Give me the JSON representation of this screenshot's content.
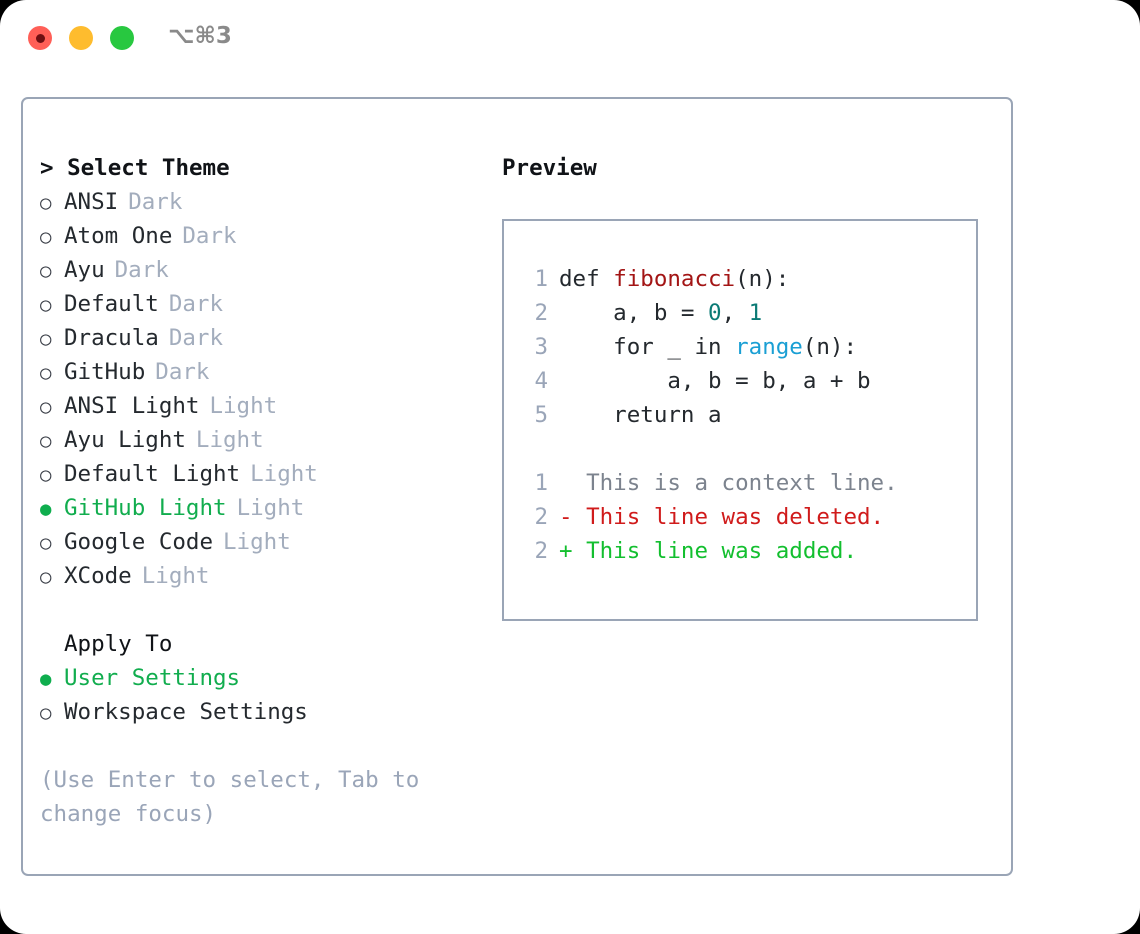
{
  "window": {
    "shortcut": "⌥⌘3",
    "traffic_lights": [
      "close-red",
      "minimize-yellow",
      "maximize-green"
    ]
  },
  "theme_selector": {
    "title": "> Select Theme",
    "options": [
      {
        "bullet": "○",
        "label": "ANSI",
        "tag": "Dark",
        "selected": false
      },
      {
        "bullet": "○",
        "label": "Atom One",
        "tag": "Dark",
        "selected": false
      },
      {
        "bullet": "○",
        "label": "Ayu",
        "tag": "Dark",
        "selected": false
      },
      {
        "bullet": "○",
        "label": "Default",
        "tag": "Dark",
        "selected": false
      },
      {
        "bullet": "○",
        "label": "Dracula",
        "tag": "Dark",
        "selected": false
      },
      {
        "bullet": "○",
        "label": "GitHub",
        "tag": "Dark",
        "selected": false
      },
      {
        "bullet": "○",
        "label": "ANSI Light",
        "tag": "Light",
        "selected": false
      },
      {
        "bullet": "○",
        "label": "Ayu Light",
        "tag": "Light",
        "selected": false
      },
      {
        "bullet": "○",
        "label": "Default Light",
        "tag": "Light",
        "selected": false
      },
      {
        "bullet": "●",
        "label": "GitHub Light",
        "tag": "Light",
        "selected": true
      },
      {
        "bullet": "○",
        "label": "Google Code",
        "tag": "Light",
        "selected": false
      },
      {
        "bullet": "○",
        "label": "XCode",
        "tag": "Light",
        "selected": false
      }
    ]
  },
  "apply_to": {
    "title": "Apply To",
    "options": [
      {
        "bullet": "●",
        "label": "User Settings",
        "selected": true
      },
      {
        "bullet": "○",
        "label": "Workspace Settings",
        "selected": false
      }
    ]
  },
  "hint": {
    "line1": "(Use Enter to select, Tab to",
    "line2": "change focus)"
  },
  "preview": {
    "title": "Preview",
    "code_lines": [
      {
        "num": "1",
        "segments": [
          {
            "text": "def ",
            "style": "code-txt"
          },
          {
            "text": "fibonacci",
            "style": "tok-fn"
          },
          {
            "text": "(n):",
            "style": "code-txt"
          }
        ]
      },
      {
        "num": "2",
        "segments": [
          {
            "text": "    a, b = ",
            "style": "code-txt"
          },
          {
            "text": "0",
            "style": "tok-num"
          },
          {
            "text": ", ",
            "style": "code-txt"
          },
          {
            "text": "1",
            "style": "tok-num"
          }
        ]
      },
      {
        "num": "3",
        "segments": [
          {
            "text": "    for _ in ",
            "style": "code-txt"
          },
          {
            "text": "range",
            "style": "tok-call"
          },
          {
            "text": "(n):",
            "style": "code-txt"
          }
        ]
      },
      {
        "num": "4",
        "segments": [
          {
            "text": "        a, b = b, a + b",
            "style": "code-txt"
          }
        ]
      },
      {
        "num": "5",
        "segments": [
          {
            "text": "    return a",
            "style": "code-txt"
          }
        ]
      }
    ],
    "diff_lines": [
      {
        "num": "1",
        "segments": [
          {
            "text": "  This is a context line.",
            "style": "diff-ctx"
          }
        ]
      },
      {
        "num": "2",
        "segments": [
          {
            "text": "- This line was deleted.",
            "style": "diff-del"
          }
        ]
      },
      {
        "num": "2",
        "segments": [
          {
            "text": "+ This line was added.",
            "style": "diff-add"
          }
        ]
      }
    ]
  },
  "colors": {
    "accent_green": "#11ad4e",
    "muted": "#a3adbd",
    "border": "#9aa5b6",
    "function": "#a31515",
    "number": "#0b7a75",
    "call": "#1a9fd4",
    "diff_add": "#13bf2f",
    "diff_del": "#d01b1b",
    "traffic_red": "#ff5f57",
    "traffic_yellow": "#febc2e",
    "traffic_green": "#28c840"
  }
}
